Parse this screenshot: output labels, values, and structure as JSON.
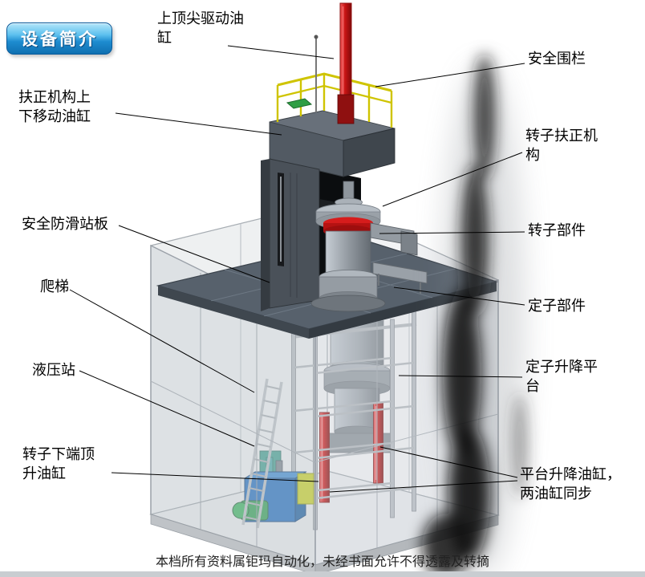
{
  "badge": {
    "label": "设备简介"
  },
  "labels": [
    {
      "id": "top-tip-drive-cylinder",
      "text": "上顶尖驱动油\n缸"
    },
    {
      "id": "safety-fence",
      "text": "安全围栏"
    },
    {
      "id": "centering-mechanism-cylinder",
      "text": "扶正机构上\n下移动油缸"
    },
    {
      "id": "rotor-centering-mechanism",
      "text": "转子扶正机\n构"
    },
    {
      "id": "anti-slip-standing-board",
      "text": "安全防滑站板"
    },
    {
      "id": "rotor-component",
      "text": "转子部件"
    },
    {
      "id": "ladder",
      "text": "爬梯"
    },
    {
      "id": "stator-component",
      "text": "定子部件"
    },
    {
      "id": "hydraulic-station",
      "text": "液压站"
    },
    {
      "id": "stator-lifting-platform",
      "text": "定子升降平\n台"
    },
    {
      "id": "rotor-bottom-jacking-cylinder",
      "text": "转子下端顶\n升油缸"
    },
    {
      "id": "platform-lifting-cylinders",
      "text": "平台升降油缸，\n两油缸同步"
    }
  ],
  "page": {
    "footer_text": "本档所有资料属钜玛自动化，未经书面允许不得透露及转摘"
  },
  "colors": {
    "badge_blue": "#1e8cd0",
    "cylinder_red": "#d81a1a",
    "railing_yellow": "#cfc400",
    "hydraulic_blue": "#1e6bbd",
    "platform_gray": "#57616c"
  }
}
